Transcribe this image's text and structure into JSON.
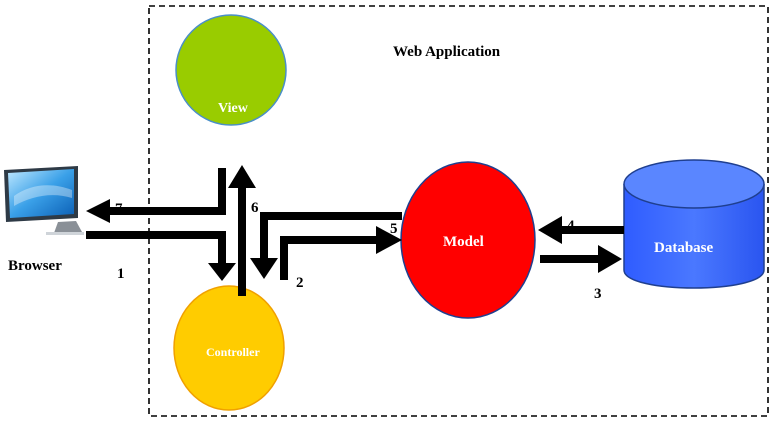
{
  "container": {
    "title": "Web Application"
  },
  "nodes": {
    "view": {
      "label": "View",
      "fill": "#99cc00",
      "stroke": "#4a8fc8"
    },
    "controller": {
      "label": "Controller",
      "fill": "#ffcc00",
      "stroke": "#f0a000"
    },
    "model": {
      "label": "Model",
      "fill": "#ff0000",
      "stroke": "#1f3f8f"
    },
    "database": {
      "label": "Database",
      "fill": "#3366ff",
      "stroke": "#1f3f8f"
    },
    "browser": {
      "label": "Browser",
      "icon": "monitor-icon"
    }
  },
  "steps": {
    "s1": "1",
    "s2": "2",
    "s3": "3",
    "s4": "4",
    "s5": "5",
    "s6": "6",
    "s7": "7"
  },
  "colors": {
    "arrow": "#000000",
    "dashed_border": "#000000"
  }
}
